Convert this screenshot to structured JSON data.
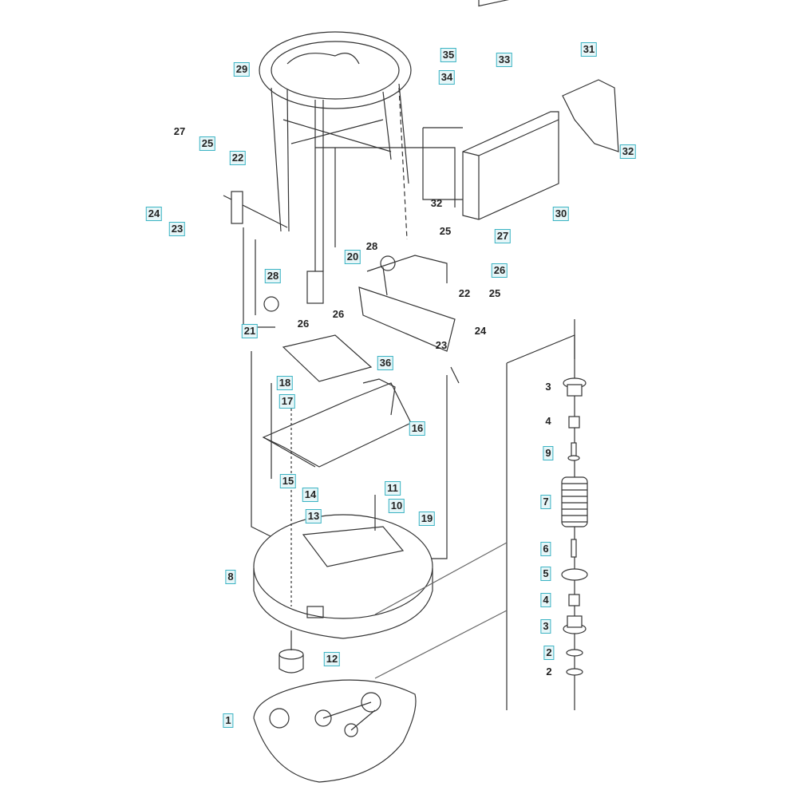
{
  "diagram": {
    "type": "exploded-parts-diagram",
    "accent_color": "#3bb3c3",
    "callouts": [
      "29",
      "35",
      "33",
      "31",
      "34",
      "27",
      "25",
      "22",
      "32",
      "24",
      "23",
      "32",
      "30",
      "25",
      "27",
      "28",
      "20",
      "26",
      "28",
      "22",
      "25",
      "26",
      "21",
      "26",
      "24",
      "23",
      "36",
      "3",
      "18",
      "17",
      "4",
      "16",
      "9",
      "7",
      "15",
      "11",
      "14",
      "10",
      "13",
      "19",
      "6",
      "5",
      "8",
      "4",
      "3",
      "12",
      "2",
      "2",
      "1"
    ]
  }
}
